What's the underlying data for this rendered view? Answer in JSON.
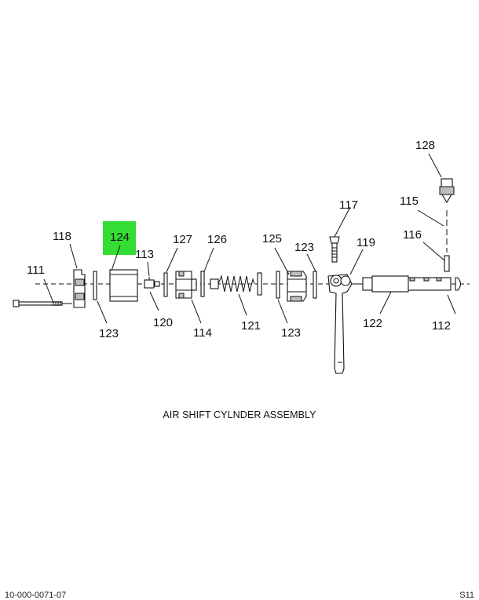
{
  "caption": "AIR SHIFT CYLNDER ASSEMBLY",
  "footer": {
    "left": "10-000-0071-07",
    "right": "S11"
  },
  "highlight_color": "#33dd33",
  "parts": {
    "p111": "111",
    "p112": "112",
    "p113": "113",
    "p114": "114",
    "p115": "115",
    "p116": "116",
    "p117": "117",
    "p118": "118",
    "p119": "119",
    "p120": "120",
    "p121": "121",
    "p122": "122",
    "p123a": "123",
    "p123b": "123",
    "p123c": "123",
    "p124": "124",
    "p125": "125",
    "p126": "126",
    "p127": "127",
    "p128": "128"
  }
}
